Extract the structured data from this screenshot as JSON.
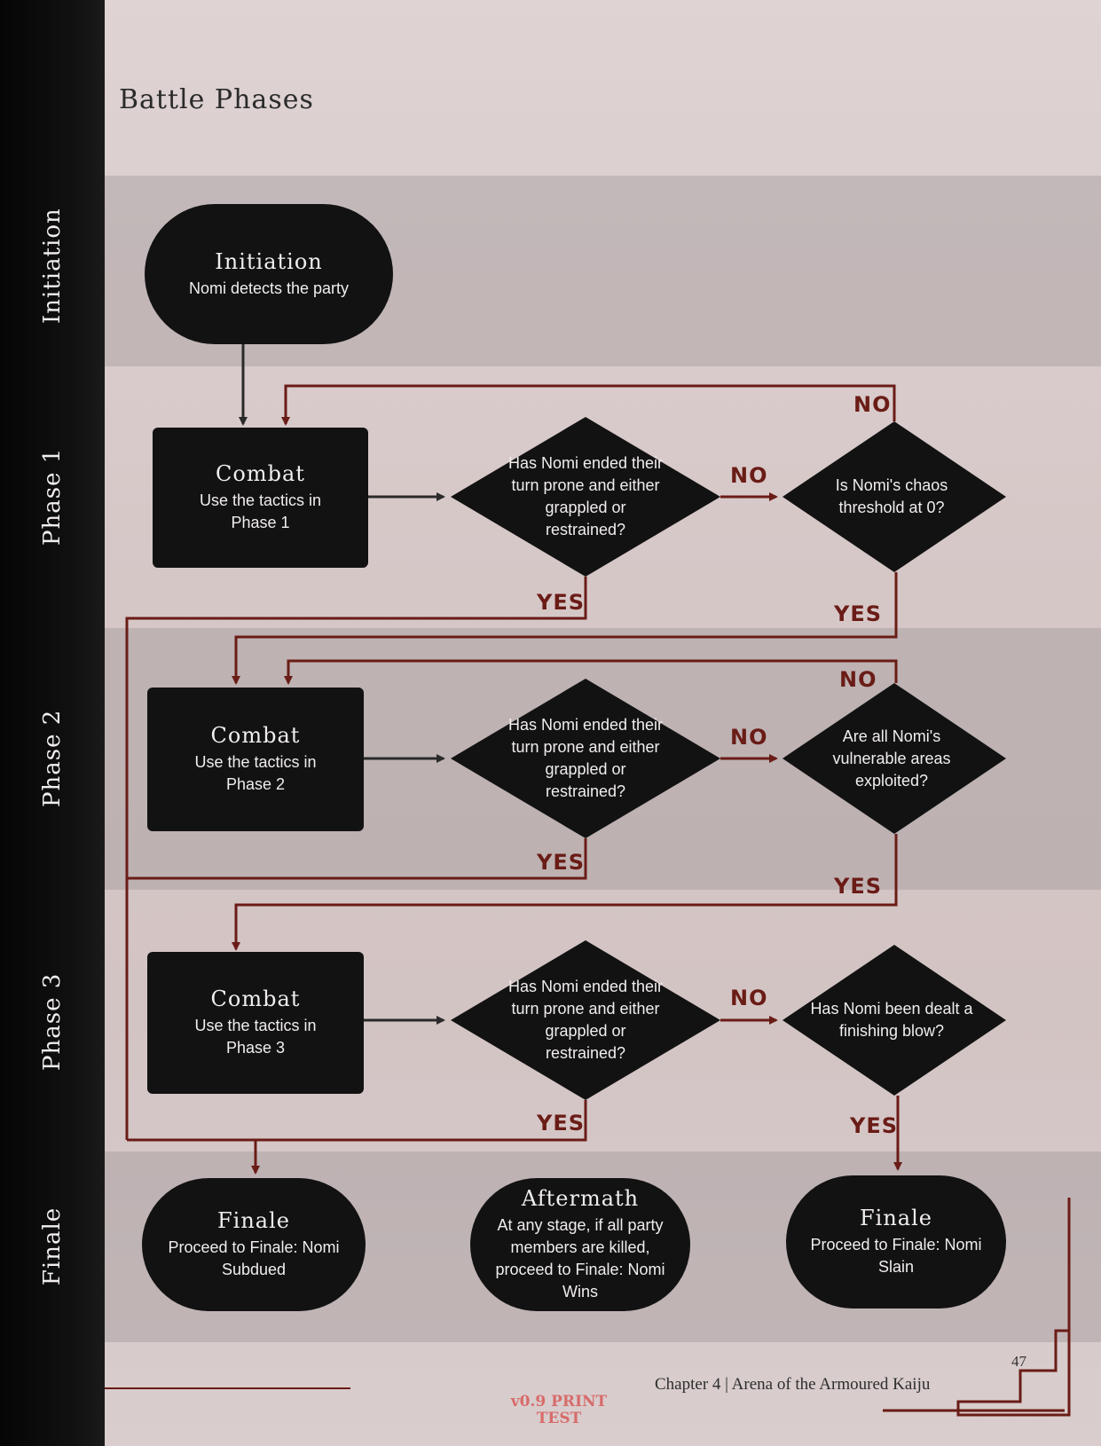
{
  "page_title": "Battle Phases",
  "lanes": [
    "Initiation",
    "Phase 1",
    "Phase 2",
    "Phase 3",
    "Finale"
  ],
  "initiation": {
    "title": "Initiation",
    "text": "Nomi detects the party"
  },
  "phases": [
    {
      "combat_title": "Combat",
      "combat_text": "Use the tactics in Phase 1",
      "question": "Has Nomi ended their turn prone and either grappled or restrained?",
      "check": "Is Nomi's chaos threshold at 0?",
      "labels": {
        "no_right": "NO",
        "no_back": "NO",
        "yes_left": "YES",
        "yes_right": "YES"
      }
    },
    {
      "combat_title": "Combat",
      "combat_text": "Use the tactics in Phase 2",
      "question": "Has Nomi ended their turn prone and either grappled or restrained?",
      "check": "Are all Nomi's vulnerable areas exploited?",
      "labels": {
        "no_right": "NO",
        "no_back": "NO",
        "yes_left": "YES",
        "yes_right": "YES"
      }
    },
    {
      "combat_title": "Combat",
      "combat_text": "Use the tactics in Phase 3",
      "question": "Has Nomi ended their turn prone and either grappled or restrained?",
      "check": "Has Nomi been dealt a finishing blow?",
      "labels": {
        "no_right": "NO",
        "yes_left": "YES",
        "yes_right": "YES"
      }
    }
  ],
  "finale_subdued": {
    "title": "Finale",
    "text": "Proceed to Finale: Nomi Subdued"
  },
  "aftermath": {
    "title": "Aftermath",
    "text": "At any stage, if all party members are killed, proceed to Finale: Nomi Wins"
  },
  "finale_slain": {
    "title": "Finale",
    "text": "Proceed to Finale: Nomi Slain"
  },
  "page_number": "47",
  "chapter": "Chapter 4 | Arena of the Armoured Kaiju",
  "print_test": "v0.9 PRINT TEST",
  "colors": {
    "arrow": "#6a1c16",
    "arrow_dark": "#2a2a2a",
    "node": "#121212"
  }
}
